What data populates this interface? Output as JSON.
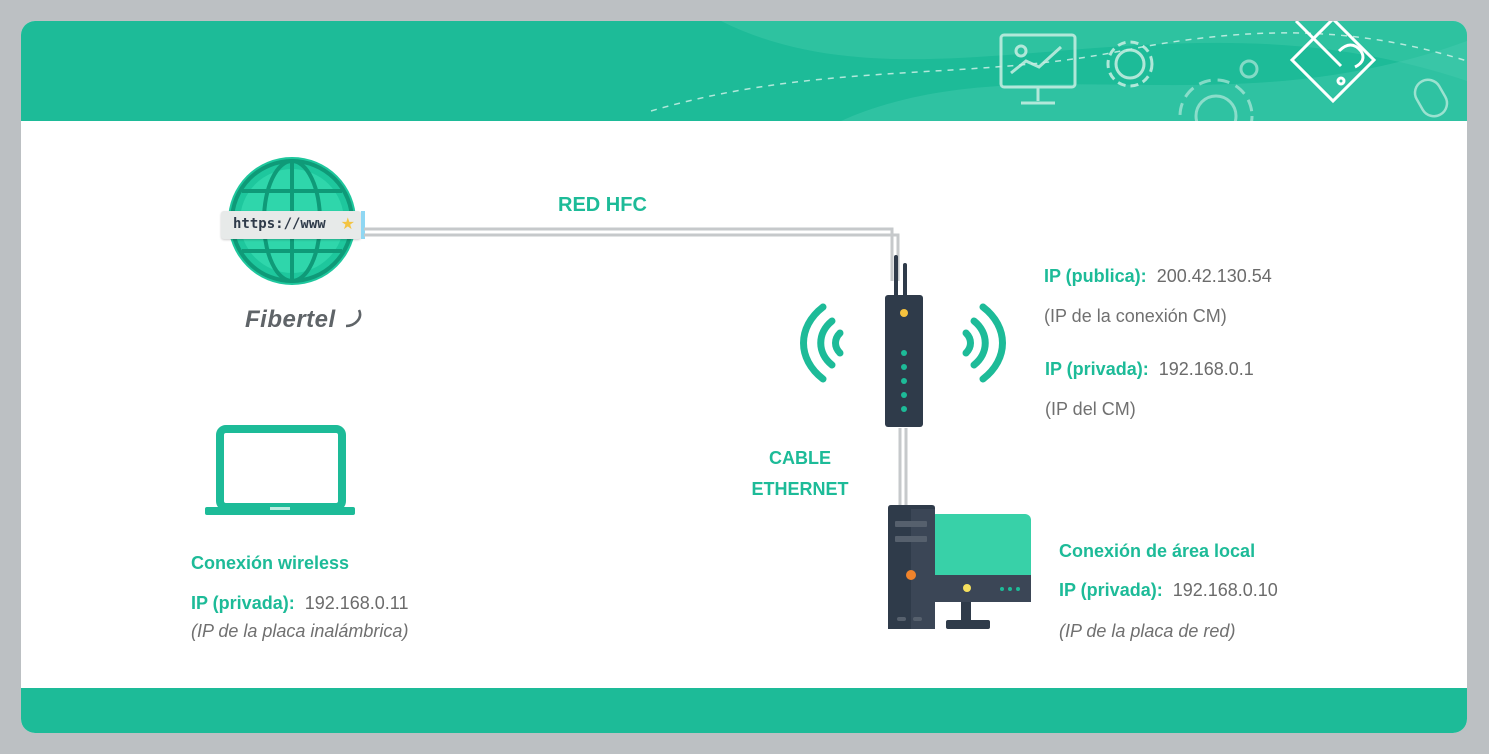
{
  "network": {
    "label": "RED HFC",
    "isp_name": "Fibertel",
    "globe_url": "https://www"
  },
  "cable": {
    "line1": "CABLE",
    "line2": "ETHERNET"
  },
  "modem": {
    "public_label": "IP (publica):",
    "public_ip": "200.42.130.54",
    "public_note": "(IP de la conexión CM)",
    "private_label": "IP (privada):",
    "private_ip": "192.168.0.1",
    "private_note": "(IP del CM)"
  },
  "wireless": {
    "title": "Conexión wireless",
    "ip_label": "IP (privada):",
    "ip": "192.168.0.11",
    "note": "(IP de la placa inalámbrica)"
  },
  "local": {
    "title": "Conexión de área local",
    "ip_label": "IP (privada):",
    "ip": "192.168.0.10",
    "note": "(IP de la placa de red)"
  },
  "colors": {
    "accent": "#1dbb98",
    "device_dark": "#2f3b4a",
    "background": "#bcc0c3"
  },
  "icons": [
    "globe-icon",
    "laptop-icon",
    "modem-icon",
    "wifi-waves-icon",
    "desktop-computer-icon",
    "settings-gear-icon",
    "monitor-chart-icon",
    "pencil-tools-icon",
    "mouse-icon"
  ]
}
